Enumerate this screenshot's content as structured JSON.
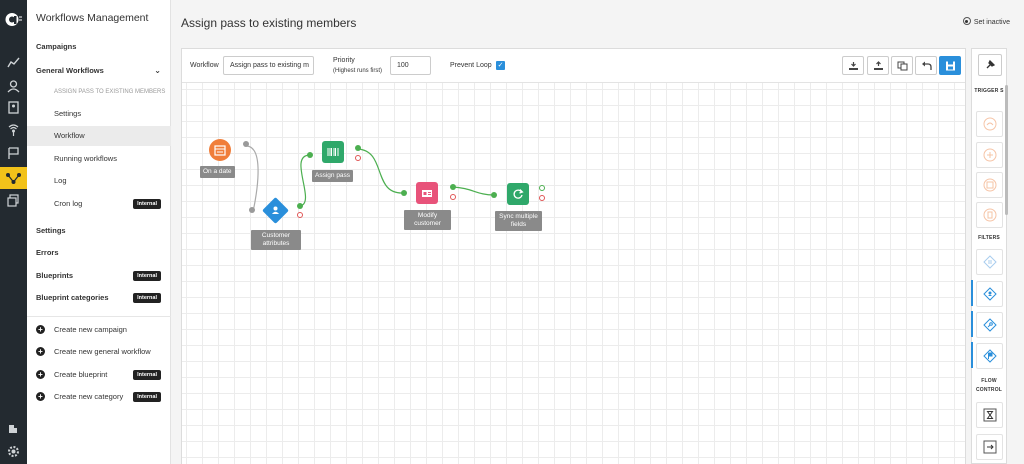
{
  "app": {
    "title": "Workflows Management",
    "page_title": "Assign pass to existing members",
    "set_inactive_label": "Set inactive"
  },
  "sidebar": {
    "campaigns": "Campaigns",
    "general_workflows": "General Workflows",
    "current_workflow_caps": "ASSIGN PASS TO EXISTING MEMBERS",
    "sub_items": [
      {
        "label": "Settings"
      },
      {
        "label": "Workflow"
      },
      {
        "label": "Running workflows"
      },
      {
        "label": "Log"
      },
      {
        "label": "Cron log",
        "badge": "Internal"
      }
    ],
    "settings": "Settings",
    "errors": "Errors",
    "blueprints": "Blueprints",
    "blueprints_badge": "Internal",
    "blueprint_categories": "Blueprint categories",
    "blueprint_categories_badge": "Internal",
    "actions": [
      {
        "label": "Create new campaign"
      },
      {
        "label": "Create new general workflow"
      },
      {
        "label": "Create blueprint",
        "badge": "Internal"
      },
      {
        "label": "Create new category",
        "badge": "Internal"
      }
    ]
  },
  "toolbar": {
    "workflow_label": "Workflow",
    "workflow_value": "Assign pass to existing m",
    "priority_label": "Priority",
    "priority_hint": "(Highest runs first)",
    "priority_value": "100",
    "prevent_loop_label": "Prevent Loop",
    "prevent_loop_checked": true,
    "buttons": [
      "import-icon",
      "export-icon",
      "copy-icon",
      "undo-icon",
      "save-icon"
    ]
  },
  "nodes": [
    {
      "label": "On a date",
      "icon": "calendar-icon",
      "color": "#f07e3a"
    },
    {
      "label": "Customer attributes",
      "icon": "user-icon",
      "color": "#2a8fdb"
    },
    {
      "label": "Assign pass",
      "icon": "barcode-icon",
      "color": "#2fa86a"
    },
    {
      "label": "Modify customer",
      "icon": "id-card-icon",
      "color": "#e8537a"
    },
    {
      "label": "Sync multiple fields",
      "icon": "sync-icon",
      "color": "#2fa86a"
    }
  ],
  "palette": {
    "triggers_label": "TRIGGER S",
    "filters_label": "FILTERS",
    "flow_control_label": "FLOW CONTROL"
  },
  "colors": {
    "accent": "#2a8fdb",
    "rail_bg": "#232a30",
    "rail_active": "#f2c21a",
    "success": "#4caf50",
    "error": "#e05555"
  }
}
